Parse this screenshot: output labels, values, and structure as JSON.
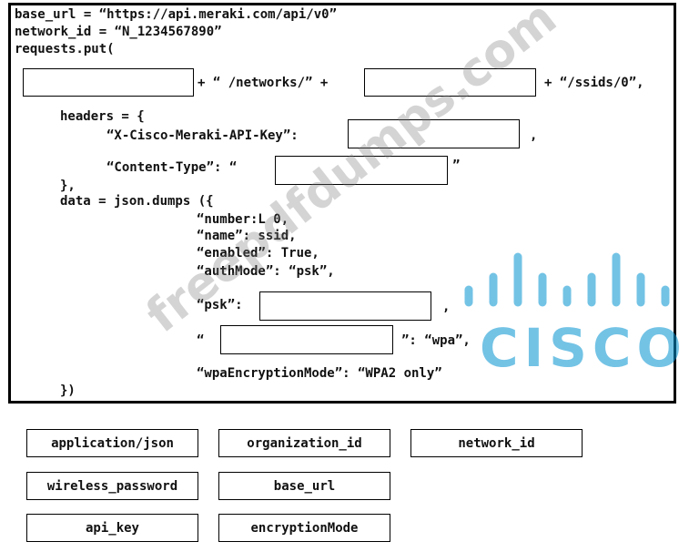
{
  "code": {
    "line_base_url": "base_url = “https://api.meraki.com/api/v0”",
    "line_network_id": "network_id = “N_1234567890”",
    "line_requests_put": "requests.put(",
    "op_plus_networks": "+ “ /networks/” +",
    "op_plus_ssids": "+ “/ssids/0”,",
    "line_headers": "headers = {",
    "key_api": "“X-Cisco-Meraki-API-Key”:",
    "comma_api": ",",
    "key_content_type": "“Content-Type”: “",
    "close_content_type": "”",
    "close_headers": "},",
    "line_data": "data = json.dumps ({",
    "line_number": "“number:L 0,",
    "line_name": "“name”: ssid,",
    "line_enabled": "“enabled”: True,",
    "line_authmode": "“authMode”: “psk”,",
    "key_psk": "“psk”:",
    "comma_psk": ",",
    "open_quote": "“",
    "after_wpa": "”: “wpa”,",
    "line_wpa_mode": "“wpaEncryptionMode”: “WPA2 only”",
    "close_data": "})"
  },
  "answer_options": [
    "application/json",
    "organization_id",
    "network_id",
    "wireless_password",
    "base_url",
    "api_key",
    "encryptionMode"
  ],
  "watermark": {
    "text": "freepdfdumps.com",
    "logo_text": "CISCO",
    "logo_color": "#0092D0"
  }
}
